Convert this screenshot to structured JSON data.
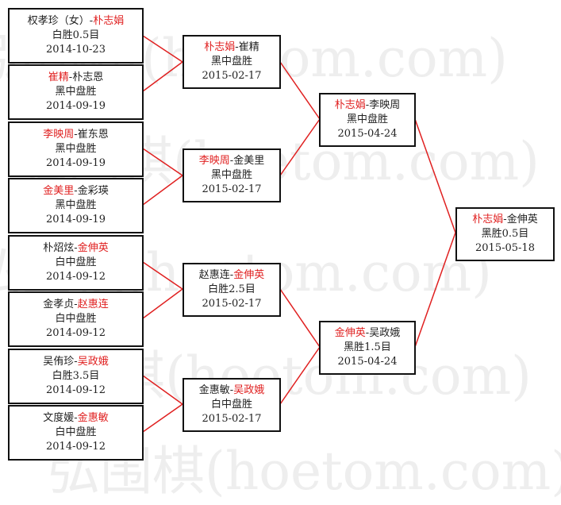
{
  "watermark": "弘围棋(hoetom.com)",
  "colors": {
    "winner": "#e02020",
    "line": "#e02020",
    "text": "#222222",
    "border": "#111111"
  },
  "rounds": {
    "r1": [
      {
        "name1": "权孝珍（女）",
        "name2": "朴志娟",
        "winner": 2,
        "result": "白胜0.5目",
        "date": "2014-10-23"
      },
      {
        "name1": "崔精",
        "name2": "朴志恩",
        "winner": 1,
        "result": "黑中盘胜",
        "date": "2014-09-19"
      },
      {
        "name1": "李映周",
        "name2": "崔东恩",
        "winner": 1,
        "result": "黑中盘胜",
        "date": "2014-09-19"
      },
      {
        "name1": "金美里",
        "name2": "金彩瑛",
        "winner": 1,
        "result": "黑中盘胜",
        "date": "2014-09-19"
      },
      {
        "name1": "朴炤炫",
        "name2": "金伸英",
        "winner": 2,
        "result": "白中盘胜",
        "date": "2014-09-12"
      },
      {
        "name1": "金孝贞",
        "name2": "赵惠连",
        "winner": 2,
        "result": "白中盘胜",
        "date": "2014-09-12"
      },
      {
        "name1": "吴侑珍",
        "name2": "吴政娥",
        "winner": 2,
        "result": "白胜3.5目",
        "date": "2014-09-12"
      },
      {
        "name1": "文度媛",
        "name2": "金惠敏",
        "winner": 2,
        "result": "白中盘胜",
        "date": "2014-09-12"
      }
    ],
    "r2": [
      {
        "name1": "朴志娟",
        "name2": "崔精",
        "winner": 1,
        "result": "黑中盘胜",
        "date": "2015-02-17"
      },
      {
        "name1": "李映周",
        "name2": "金美里",
        "winner": 1,
        "result": "黑中盘胜",
        "date": "2015-02-17"
      },
      {
        "name1": "赵惠连",
        "name2": "金伸英",
        "winner": 2,
        "result": "白胜2.5目",
        "date": "2015-02-17"
      },
      {
        "name1": "金惠敏",
        "name2": "吴政娥",
        "winner": 2,
        "result": "白中盘胜",
        "date": "2015-02-17"
      }
    ],
    "r3": [
      {
        "name1": "朴志娟",
        "name2": "李映周",
        "winner": 1,
        "result": "黑中盘胜",
        "date": "2015-04-24"
      },
      {
        "name1": "金伸英",
        "name2": "吴政娥",
        "winner": 1,
        "result": "黑胜1.5目",
        "date": "2015-04-24"
      }
    ],
    "r4": [
      {
        "name1": "朴志娟",
        "name2": "金伸英",
        "winner": 1,
        "result": "黑胜0.5目",
        "date": "2015-05-18"
      }
    ]
  }
}
